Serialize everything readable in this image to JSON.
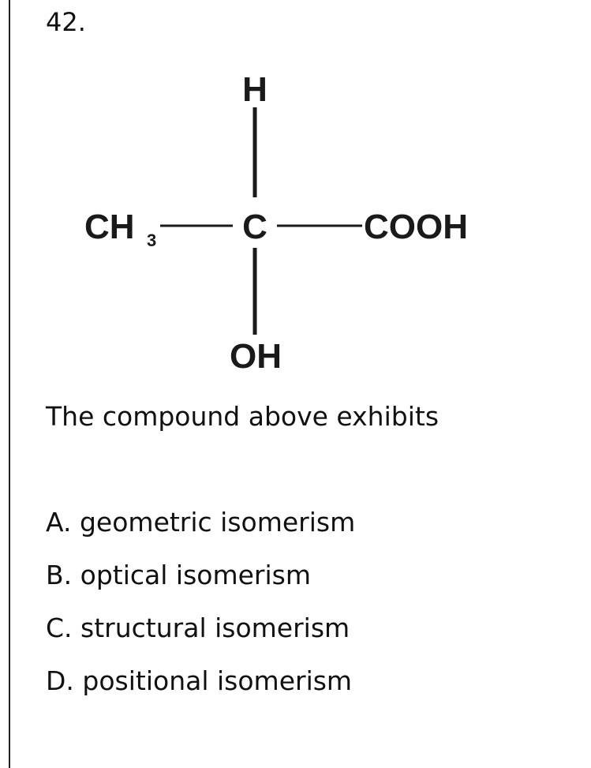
{
  "question": {
    "number": "42.",
    "stem": "The compound above exhibits",
    "options": [
      {
        "letter": "A.",
        "text": "geometric isomerism"
      },
      {
        "letter": "B.",
        "text": "optical isomerism"
      },
      {
        "letter": "C.",
        "text": "structural isomerism"
      },
      {
        "letter": "D.",
        "text": "positional isomerism"
      }
    ]
  },
  "structure": {
    "top_atom": "H",
    "center_atom": "C",
    "left_group": "CH",
    "left_group_subscript": "3",
    "right_group": "COOH",
    "bottom_group": "OH"
  }
}
